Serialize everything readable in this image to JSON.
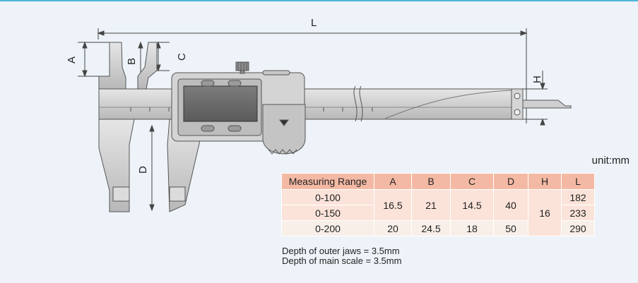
{
  "dimensions": {
    "L": "L",
    "A": "A",
    "B": "B",
    "C": "C",
    "D": "D",
    "H": "H"
  },
  "unit_label": "unit:mm",
  "table": {
    "headers": [
      "Measuring Range",
      "A",
      "B",
      "C",
      "D",
      "H",
      "L"
    ],
    "ranges": [
      "0-100",
      "0-150",
      "0-200"
    ],
    "a_group": "16.5",
    "b_group": "21",
    "c_group": "14.5",
    "d_group": "40",
    "h_all": "16",
    "l_values": [
      "182",
      "233",
      "290"
    ],
    "row3": {
      "a": "20",
      "b": "24.5",
      "c": "18",
      "d": "50"
    }
  },
  "notes": [
    "Depth of outer jaws = 3.5mm",
    "Depth of main scale = 3.5mm"
  ]
}
